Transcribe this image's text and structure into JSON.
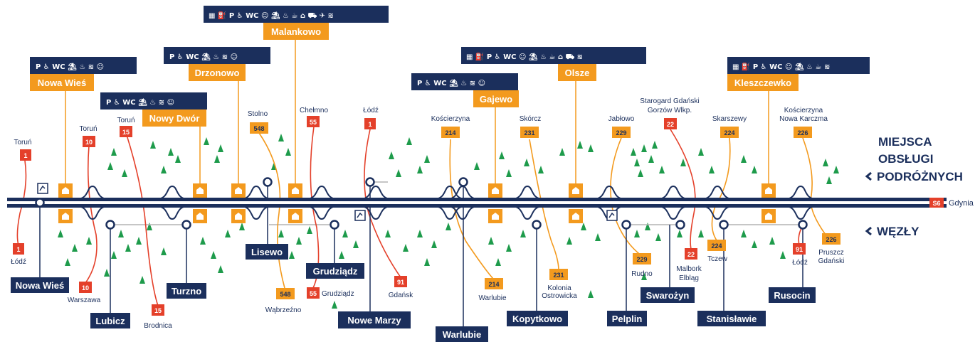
{
  "colors": {
    "navy": "#1b2f5c",
    "orange": "#f39a1e",
    "red": "#e4402a",
    "green": "#1e9b4b",
    "grey": "#b3b3b3"
  },
  "legend": {
    "rest_areas_line1": "MIEJSCA",
    "rest_areas_line2": "OBSŁUGI",
    "rest_areas_line3": "PODRÓŻNYCH",
    "junctions": "WĘZŁY"
  },
  "highway": {
    "badge": "S6",
    "destination": "Gdynia"
  },
  "rest_areas": [
    {
      "name": "Nowa Wieś",
      "icons": [
        "P",
        "disabled",
        "WC",
        "picnic",
        "food",
        "wifi",
        "playground"
      ]
    },
    {
      "name": "Nowy Dwór",
      "icons": [
        "P",
        "disabled",
        "WC",
        "picnic",
        "food",
        "wifi",
        "playground"
      ]
    },
    {
      "name": "Drzonowo",
      "icons": [
        "P",
        "disabled",
        "WC",
        "picnic",
        "food",
        "wifi",
        "playground"
      ]
    },
    {
      "name": "Malankowo",
      "icons": [
        "hotel",
        "fuel",
        "P",
        "disabled",
        "WC",
        "playground",
        "picnic",
        "food",
        "restaurant",
        "shop",
        "truck",
        "airplane",
        "wifi"
      ]
    },
    {
      "name": "Gajewo",
      "icons": [
        "P",
        "disabled",
        "WC",
        "picnic",
        "food",
        "wifi",
        "playground"
      ]
    },
    {
      "name": "Olsze",
      "icons": [
        "hotel",
        "fuel",
        "P",
        "disabled",
        "WC",
        "playground",
        "picnic",
        "food",
        "restaurant",
        "shop",
        "truck",
        "wifi"
      ]
    },
    {
      "name": "Kleszczewko",
      "icons": [
        "hotel",
        "fuel",
        "P",
        "disabled",
        "WC",
        "playground",
        "picnic",
        "food",
        "restaurant",
        "wifi"
      ]
    }
  ],
  "junctions": [
    {
      "name": "Nowa Wieś"
    },
    {
      "name": "Lubicz"
    },
    {
      "name": "Turzno"
    },
    {
      "name": "Lisewo"
    },
    {
      "name": "Grudziądz"
    },
    {
      "name": "Nowe Marzy"
    },
    {
      "name": "Warlubie"
    },
    {
      "name": "Kopytkowo"
    },
    {
      "name": "Pelplin"
    },
    {
      "name": "Swarożyn"
    },
    {
      "name": "Stanisławie"
    },
    {
      "name": "Rusocin"
    }
  ],
  "roads": [
    {
      "number": "1",
      "type": "national",
      "label": "Toruń"
    },
    {
      "number": "1",
      "type": "national",
      "label": "Łódź"
    },
    {
      "number": "10",
      "type": "national",
      "label": "Toruń"
    },
    {
      "number": "10",
      "type": "national",
      "label": "Warszawa"
    },
    {
      "number": "15",
      "type": "national",
      "label": "Toruń"
    },
    {
      "number": "15",
      "type": "national",
      "label": "Brodnica"
    },
    {
      "number": "548",
      "type": "regional",
      "label": "Stolno"
    },
    {
      "number": "548",
      "type": "regional",
      "label": "Wąbrzeźno"
    },
    {
      "number": "55",
      "type": "national",
      "label": "Chełmno"
    },
    {
      "number": "55",
      "type": "national",
      "label": "Grudziądz"
    },
    {
      "number": "1",
      "type": "national",
      "label": "Łódź"
    },
    {
      "number": "91",
      "type": "national",
      "label": "Gdańsk"
    },
    {
      "number": "214",
      "type": "regional",
      "label": "Kościerzyna"
    },
    {
      "number": "214",
      "type": "regional",
      "label": "Warlubie"
    },
    {
      "number": "231",
      "type": "regional",
      "label": "Skórcz"
    },
    {
      "number": "231",
      "type": "regional",
      "label": "Kolonia Ostrowicka"
    },
    {
      "number": "229",
      "type": "regional",
      "label": "Jabłowo"
    },
    {
      "number": "229",
      "type": "regional",
      "label": "Rudno"
    },
    {
      "number": "22",
      "type": "national",
      "label": "Starogard Gdański Gorzów Wlkp."
    },
    {
      "number": "22",
      "type": "national",
      "label": "Malbork Elbląg"
    },
    {
      "number": "224",
      "type": "regional",
      "label": "Skarszewy"
    },
    {
      "number": "224",
      "type": "regional",
      "label": "Tczew"
    },
    {
      "number": "226",
      "type": "regional",
      "label": "Kościerzyna Nowa Karczma"
    },
    {
      "number": "226",
      "type": "regional",
      "label": "Pruszcz Gdański"
    },
    {
      "number": "91",
      "type": "national",
      "label": "Łódź"
    }
  ],
  "text": {
    "torun_a": "Toruń",
    "lodz_a": "Łódź",
    "torun_b": "Toruń",
    "warszawa": "Warszawa",
    "torun_c": "Toruń",
    "brodnica": "Brodnica",
    "stolno": "Stolno",
    "wabrzezno": "Wąbrzeźno",
    "chelmno": "Chełmno",
    "grudziadz_road": "Grudziądz",
    "lodz_b": "Łódź",
    "gdansk": "Gdańsk",
    "koscierzyna": "Kościerzyna",
    "warlubie_road": "Warlubie",
    "skorcz": "Skórcz",
    "kolonia_1": "Kolonia",
    "kolonia_2": "Ostrowicka",
    "jablowo": "Jabłowo",
    "rudno": "Rudno",
    "starogard_1": "Starogard Gdański",
    "starogard_2": "Gorzów Wlkp.",
    "malbork": "Malbork",
    "elblag": "Elbląg",
    "skarszewy": "Skarszewy",
    "tczew": "Tczew",
    "koscierzyna2_1": "Kościerzyna",
    "koscierzyna2_2": "Nowa Karczma",
    "pruszcz_1": "Pruszcz",
    "pruszcz_2": "Gdański",
    "lodz_c": "Łódź"
  },
  "road_numbers": {
    "r1a": "1",
    "r1b": "1",
    "r10a": "10",
    "r10b": "10",
    "r15a": "15",
    "r15b": "15",
    "r548a": "548",
    "r548b": "548",
    "r55a": "55",
    "r55b": "55",
    "r1c": "1",
    "r91a": "91",
    "r214a": "214",
    "r214b": "214",
    "r231a": "231",
    "r231b": "231",
    "r229a": "229",
    "r229b": "229",
    "r22a": "22",
    "r22b": "22",
    "r224a": "224",
    "r224b": "224",
    "r226a": "226",
    "r226b": "226",
    "r91b": "91"
  }
}
